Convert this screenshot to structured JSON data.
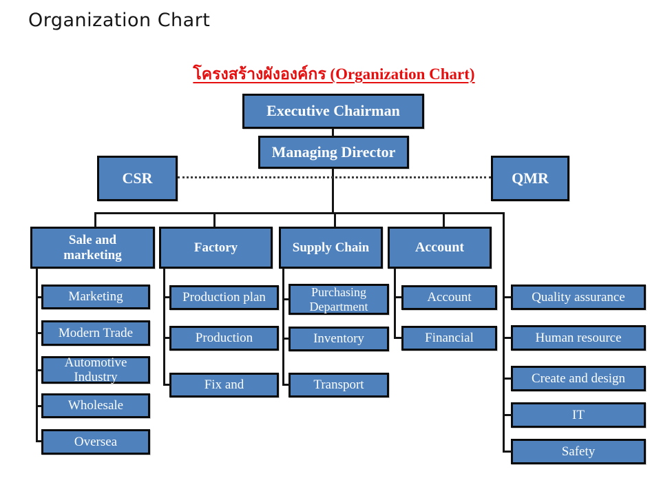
{
  "title": "Organization Chart",
  "heading": {
    "thai_title": "โครงสร้างผังองค์กร (Organization Chart)"
  },
  "colors": {
    "box_fill": "#4f81bd",
    "box_border": "#0a0a0a",
    "box_text": "#ffffff",
    "heading_red": "#e60f0f",
    "connector": "#141414",
    "background": "#ffffff"
  },
  "org": {
    "executive": "Executive Chairman",
    "managing_director": "Managing Director",
    "csr": "CSR",
    "qmr": "QMR",
    "departments": [
      {
        "label": "Sale and marketing",
        "children": [
          "Marketing",
          "Modern Trade",
          "Automotive Industry",
          "Wholesale",
          "Oversea"
        ]
      },
      {
        "label": "Factory",
        "children": [
          "Production plan",
          "Production",
          "Fix and"
        ]
      },
      {
        "label": "Supply Chain",
        "children": [
          "Purchasing Department",
          "Inventory",
          "Transport"
        ]
      },
      {
        "label": "Account",
        "children": [
          "Account",
          "Financial"
        ]
      },
      {
        "label": "",
        "children": [
          "Quality assurance",
          "Human resource",
          "Create and design",
          "IT",
          "Safety"
        ]
      }
    ]
  }
}
